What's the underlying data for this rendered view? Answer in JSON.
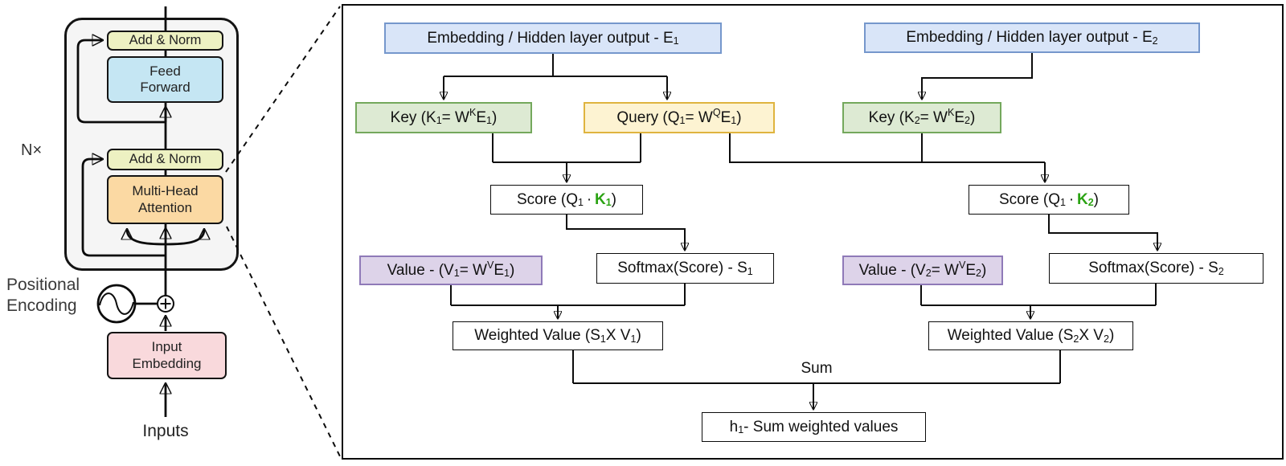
{
  "colors": {
    "line": "#0c0c0c",
    "highlight_green_text": "#2ba313",
    "embedding_box_fill": "#d9e5f8",
    "embedding_box_border": "#7597cc",
    "key_box_fill": "#ddead3",
    "key_box_border": "#74a85c",
    "query_box_fill": "#fdf3d2",
    "query_box_border": "#dfb43f",
    "value_box_fill": "#ddd3e9",
    "value_box_border": "#8f7ab8",
    "add_norm_fill": "#edf1c2",
    "feed_forward_fill": "#c5e6f3",
    "multi_head_attention_fill": "#fbd9a3",
    "input_embedding_fill": "#f9d9dc",
    "encoder_block_fill": "#f5f5f5"
  },
  "left_panel": {
    "repeat_label": "N×",
    "add_norm_top": "Add & Norm",
    "feed_forward": "Feed Forward",
    "add_norm_bottom": "Add & Norm",
    "multi_head_attention": "Multi-Head Attention",
    "input_embedding": "Input Embedding",
    "positional_encoding_label": "Positional Encoding",
    "inputs_label": "Inputs"
  },
  "attention_panel": {
    "sum_label": "Sum",
    "nodes": {
      "e1": {
        "label": [
          [
            "Embedding / Hidden layer output - E",
            ""
          ],
          [
            "1",
            "sub"
          ]
        ]
      },
      "e2": {
        "label": [
          [
            "Embedding / Hidden layer output  - E",
            ""
          ],
          [
            "2",
            "sub"
          ]
        ]
      },
      "key1": {
        "label": [
          [
            "Key (K",
            ""
          ],
          [
            "1",
            "sub"
          ],
          [
            " = W",
            ""
          ],
          [
            "K",
            "sup"
          ],
          [
            "E",
            ""
          ],
          [
            "1",
            "sub"
          ],
          [
            ")",
            ""
          ]
        ]
      },
      "query1": {
        "label": [
          [
            "Query (Q",
            ""
          ],
          [
            "1",
            "sub"
          ],
          [
            " = W",
            ""
          ],
          [
            "Q",
            "sup"
          ],
          [
            "E",
            ""
          ],
          [
            "1",
            "sub"
          ],
          [
            ")",
            ""
          ]
        ]
      },
      "key2": {
        "label": [
          [
            "Key (K",
            ""
          ],
          [
            "2",
            "sub"
          ],
          [
            " = W",
            ""
          ],
          [
            "K",
            "sup"
          ],
          [
            "E",
            ""
          ],
          [
            "2",
            "sub"
          ],
          [
            ")",
            ""
          ]
        ]
      },
      "score1": {
        "label": [
          [
            "Score (Q",
            ""
          ],
          [
            "1",
            "sub"
          ],
          [
            " · ",
            ""
          ],
          [
            "K",
            "g"
          ],
          [
            "1",
            "g sub"
          ],
          [
            ")",
            ""
          ]
        ]
      },
      "score2": {
        "label": [
          [
            "Score (Q",
            ""
          ],
          [
            "1",
            "sub"
          ],
          [
            " · ",
            ""
          ],
          [
            "K",
            "g"
          ],
          [
            "2",
            "g sub"
          ],
          [
            ")",
            ""
          ]
        ]
      },
      "value1": {
        "label": [
          [
            "Value - (V",
            ""
          ],
          [
            "1",
            "sub"
          ],
          [
            " = W",
            ""
          ],
          [
            "V",
            "sup"
          ],
          [
            "E",
            ""
          ],
          [
            "1",
            "sub"
          ],
          [
            ")",
            ""
          ]
        ]
      },
      "softmax1": {
        "label": [
          [
            "Softmax(Score) - S",
            ""
          ],
          [
            "1",
            "sub"
          ]
        ]
      },
      "value2": {
        "label": [
          [
            "Value - (V",
            ""
          ],
          [
            "2",
            "sub"
          ],
          [
            " = W",
            ""
          ],
          [
            "V",
            "sup"
          ],
          [
            "E",
            ""
          ],
          [
            "2",
            "sub"
          ],
          [
            ")",
            ""
          ]
        ]
      },
      "softmax2": {
        "label": [
          [
            "Softmax(Score) - S",
            ""
          ],
          [
            "2",
            "sub"
          ]
        ]
      },
      "wv1": {
        "label": [
          [
            "Weighted Value (S",
            ""
          ],
          [
            "1",
            "sub"
          ],
          [
            " X V",
            ""
          ],
          [
            "1",
            "sub"
          ],
          [
            ")",
            ""
          ]
        ]
      },
      "wv2": {
        "label": [
          [
            "Weighted Value (S",
            ""
          ],
          [
            "2",
            "sub"
          ],
          [
            " X V",
            ""
          ],
          [
            "2",
            "sub"
          ],
          [
            ")",
            ""
          ]
        ]
      },
      "h1": {
        "label": [
          [
            "h",
            ""
          ],
          [
            "1",
            "sub"
          ],
          [
            " - Sum weighted values",
            ""
          ]
        ]
      }
    }
  }
}
